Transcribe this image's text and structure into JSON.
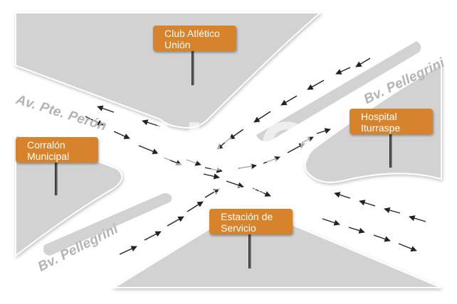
{
  "streets": {
    "peron": "Av. Pte. Perón",
    "pellegrini_top": "Bv. Pellegrini",
    "pellegrini_bottom": "Bv. Pellegrini"
  },
  "places": {
    "club": {
      "line1": "Club Atlético",
      "line2": "Unión"
    },
    "hospital": {
      "line1": "Hospital",
      "line2": "Iturraspe"
    },
    "corralon": {
      "line1": "Corralón",
      "line2": "Municipal"
    },
    "estacion": {
      "line1": "Estación de",
      "line2": "Servicio"
    }
  },
  "watermark": {
    "logo": "UNO",
    "subtitle": "Santa Fe"
  },
  "colors": {
    "block": "#d2d2d2",
    "road": "#ffffff",
    "sign": "#d7832b",
    "street_label": "#b3b3b3",
    "arrow": "#222222"
  }
}
